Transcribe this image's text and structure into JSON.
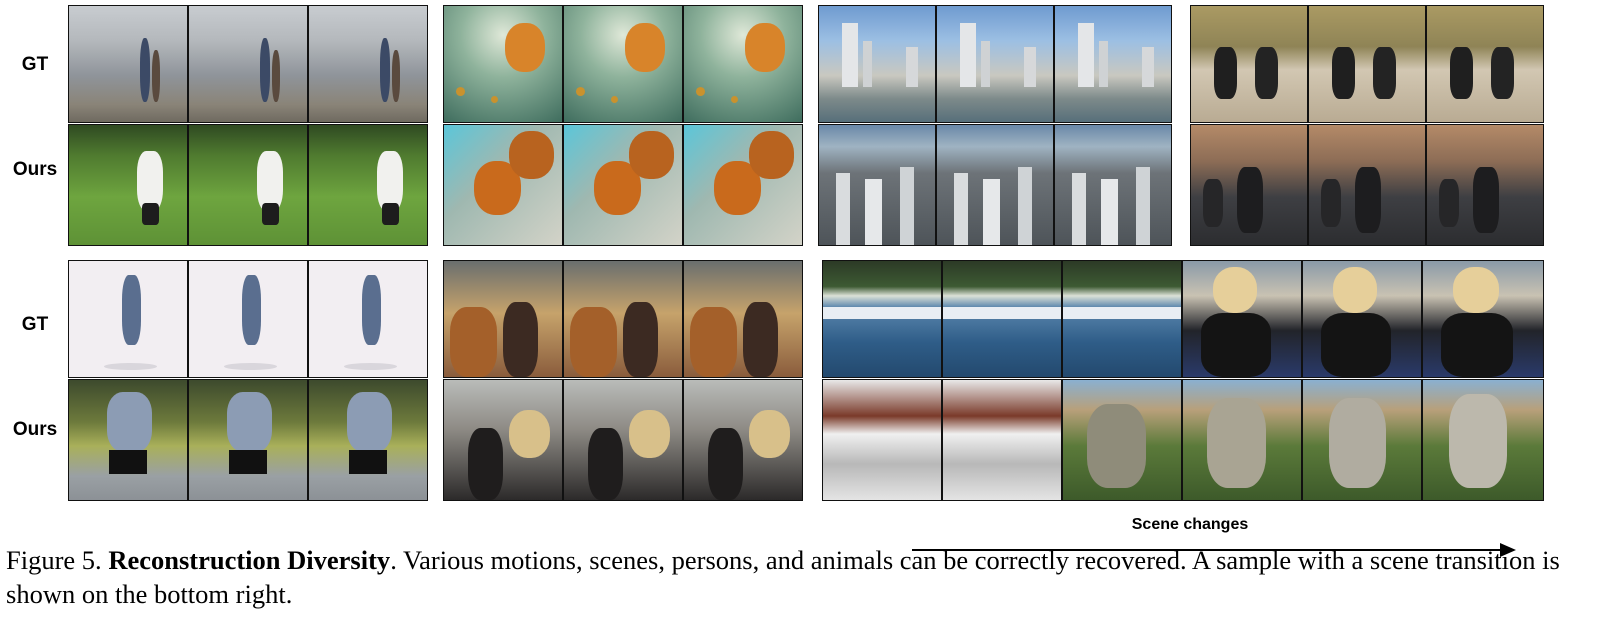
{
  "row_labels": {
    "gt": "GT",
    "ours": "Ours"
  },
  "arrow": {
    "label": "Scene changes"
  },
  "caption": {
    "prefix": "Figure 5. ",
    "title": "Reconstruction Diversity",
    "body": ". Various motions, scenes, persons, and animals can be correctly recovered. A sample with a scene transition is shown on the bottom right."
  },
  "panels": [
    {
      "gt": "runners on beach",
      "ours": "man running on grass field"
    },
    {
      "gt": "underwater jellyfish",
      "ours": "orange coral closeup"
    },
    {
      "gt": "city skyline with harbor",
      "ours": "aerial city skyscrapers"
    },
    {
      "gt": "motorcycles on road",
      "ours": "motorcycle riders on road"
    },
    {
      "gt": "man dancing on white background",
      "ours": "man dancing in park"
    },
    {
      "gt": "crowd in street",
      "ours": "crowd of people"
    },
    {
      "gt": "ocean waves then woman speaking",
      "ours": "waterfall then man seated outdoors"
    }
  ]
}
